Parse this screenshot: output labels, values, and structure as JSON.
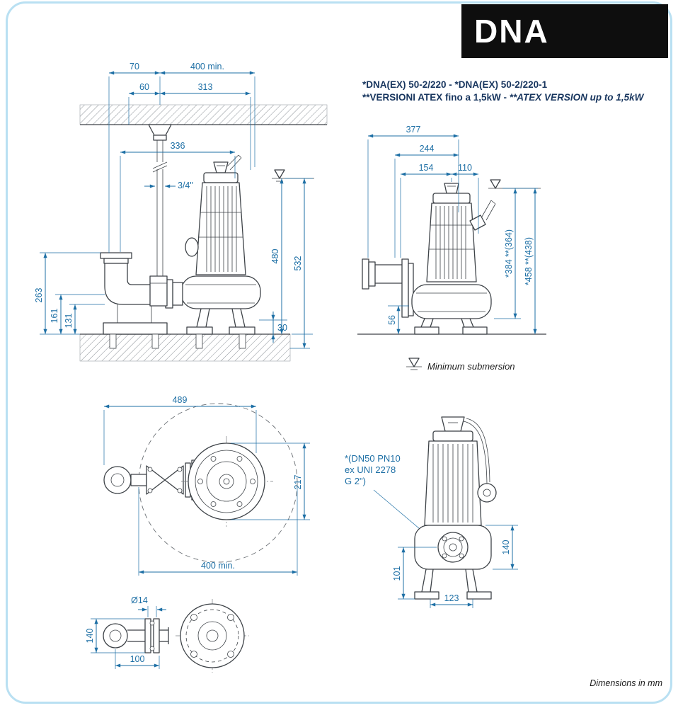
{
  "header": {
    "series": "DNA",
    "models": "*DNA(EX) 50-2/220 - *DNA(EX) 50-2/220-1",
    "atex_it": "**VERSIONI ATEX fino a 1,5kW - ",
    "atex_en": "**ATEX VERSION up to 1,5kW"
  },
  "legend": {
    "minimum_submersion": "Minimum submersion"
  },
  "note": {
    "line1": "*(DN50 PN10",
    "line2": "ex UNI 2278",
    "line3": "G 2\")"
  },
  "footer": {
    "units": "Dimensions in mm"
  },
  "colors": {
    "dimension_blue": "#1d6fa5",
    "navy_text": "#17355e",
    "line_dark": "#3d4247",
    "panel_black": "#0e0e0e",
    "frame_blue": "#b9e0f2"
  },
  "views": {
    "installation": {
      "label": "installation side view",
      "dims": {
        "w70": "70",
        "w400min": "400 min.",
        "w60": "60",
        "w313": "313",
        "w336": "336",
        "guide_pipe": "3/4\"",
        "h532": "532",
        "h480": "480",
        "h263": "263",
        "h161": "161",
        "h131": "131",
        "h30": "30"
      }
    },
    "side": {
      "label": "pump side view",
      "dims": {
        "w377": "377",
        "w244": "244",
        "w154": "154",
        "w110": "110",
        "h384": "*384 **(364)",
        "h458": "*458 **(438)",
        "h56": "56"
      }
    },
    "plan": {
      "label": "installation plan view",
      "dims": {
        "w489": "489",
        "h217": "217",
        "w400min": "400 min."
      }
    },
    "front": {
      "label": "pump front view",
      "dims": {
        "h140": "140",
        "h101": "101",
        "w123": "123"
      }
    },
    "coupling": {
      "label": "coupling flange view",
      "dims": {
        "hole": "Ø14",
        "h140": "140",
        "w100": "100"
      }
    }
  }
}
